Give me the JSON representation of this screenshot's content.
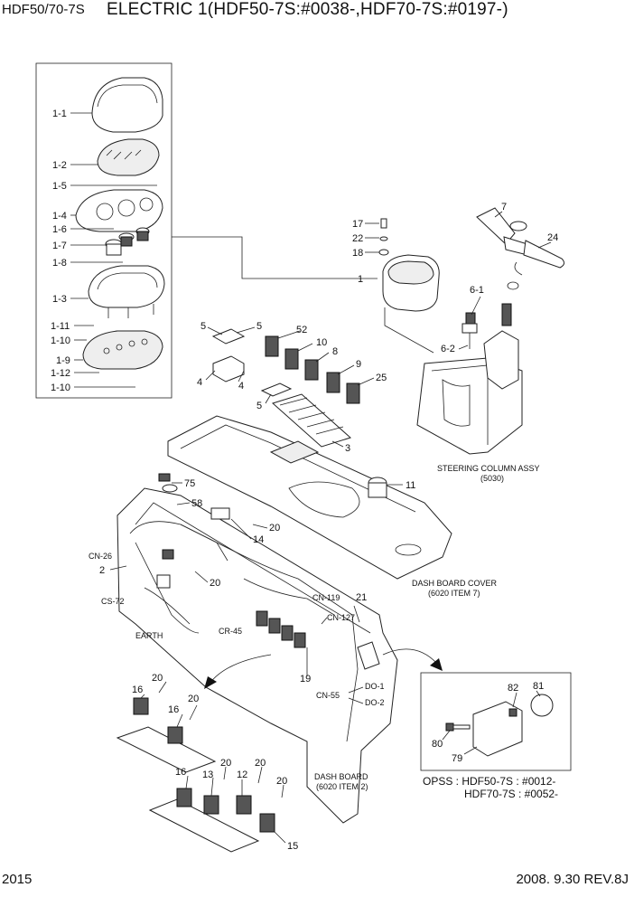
{
  "header": {
    "model": "HDF50/70-7S",
    "title": "ELECTRIC 1(HDF50-7S:#0038-,HDF70-7S:#0197-)"
  },
  "footer": {
    "page": "2015",
    "date_rev": "2008. 9.30  REV.8J"
  },
  "callouts": {
    "c1_1": "1-1",
    "c1_2": "1-2",
    "c1_5": "1-5",
    "c1_4": "1-4",
    "c1_6": "1-6",
    "c1_7": "1-7",
    "c1_8": "1-8",
    "c1_3": "1-3",
    "c1_11": "1-11",
    "c1_10a": "1-10",
    "c1_9": "1-9",
    "c1_12": "1-12",
    "c1_10b": "1-10",
    "c17": "17",
    "c22": "22",
    "c18": "18",
    "c1": "1",
    "c7": "7",
    "c24": "24",
    "c6_1": "6-1",
    "c6_2": "6-2",
    "c5a": "5",
    "c5b": "5",
    "c52": "52",
    "c10": "10",
    "c8": "8",
    "c9": "9",
    "c25": "25",
    "c4a": "4",
    "c4b": "4",
    "c5c": "5",
    "c3": "3",
    "c75": "75",
    "c58": "58",
    "c20a": "20",
    "c14": "14",
    "c20b": "20",
    "c11": "11",
    "cn26": "CN-26",
    "c2": "2",
    "cs72": "CS-72",
    "earth": "EARTH",
    "cn119": "CN-119",
    "c21": "21",
    "cn127": "CN-127",
    "cr45": "CR-45",
    "c19": "19",
    "cn55": "CN-55",
    "do1": "DO-1",
    "do2": "DO-2",
    "c16a": "16",
    "c20c": "20",
    "c20d": "20",
    "c16b": "16",
    "c16c": "16",
    "c13": "13",
    "c20e": "20",
    "c12": "12",
    "c20f": "20",
    "c20g": "20",
    "c15": "15",
    "c82": "82",
    "c81": "81",
    "c80": "80",
    "c79": "79"
  },
  "captions": {
    "steering_1": "STEERING COLUMN ASSY",
    "steering_2": "(5030)",
    "dashcover_1": "DASH BOARD COVER",
    "dashcover_2": "(6020 ITEM 7)",
    "dashboard_1": "DASH BOARD",
    "dashboard_2": "(6020 ITEM 2)"
  },
  "opss": {
    "line1": "OPSS : HDF50-7S : #0012-",
    "line2": "HDF70-7S : #0052-"
  }
}
